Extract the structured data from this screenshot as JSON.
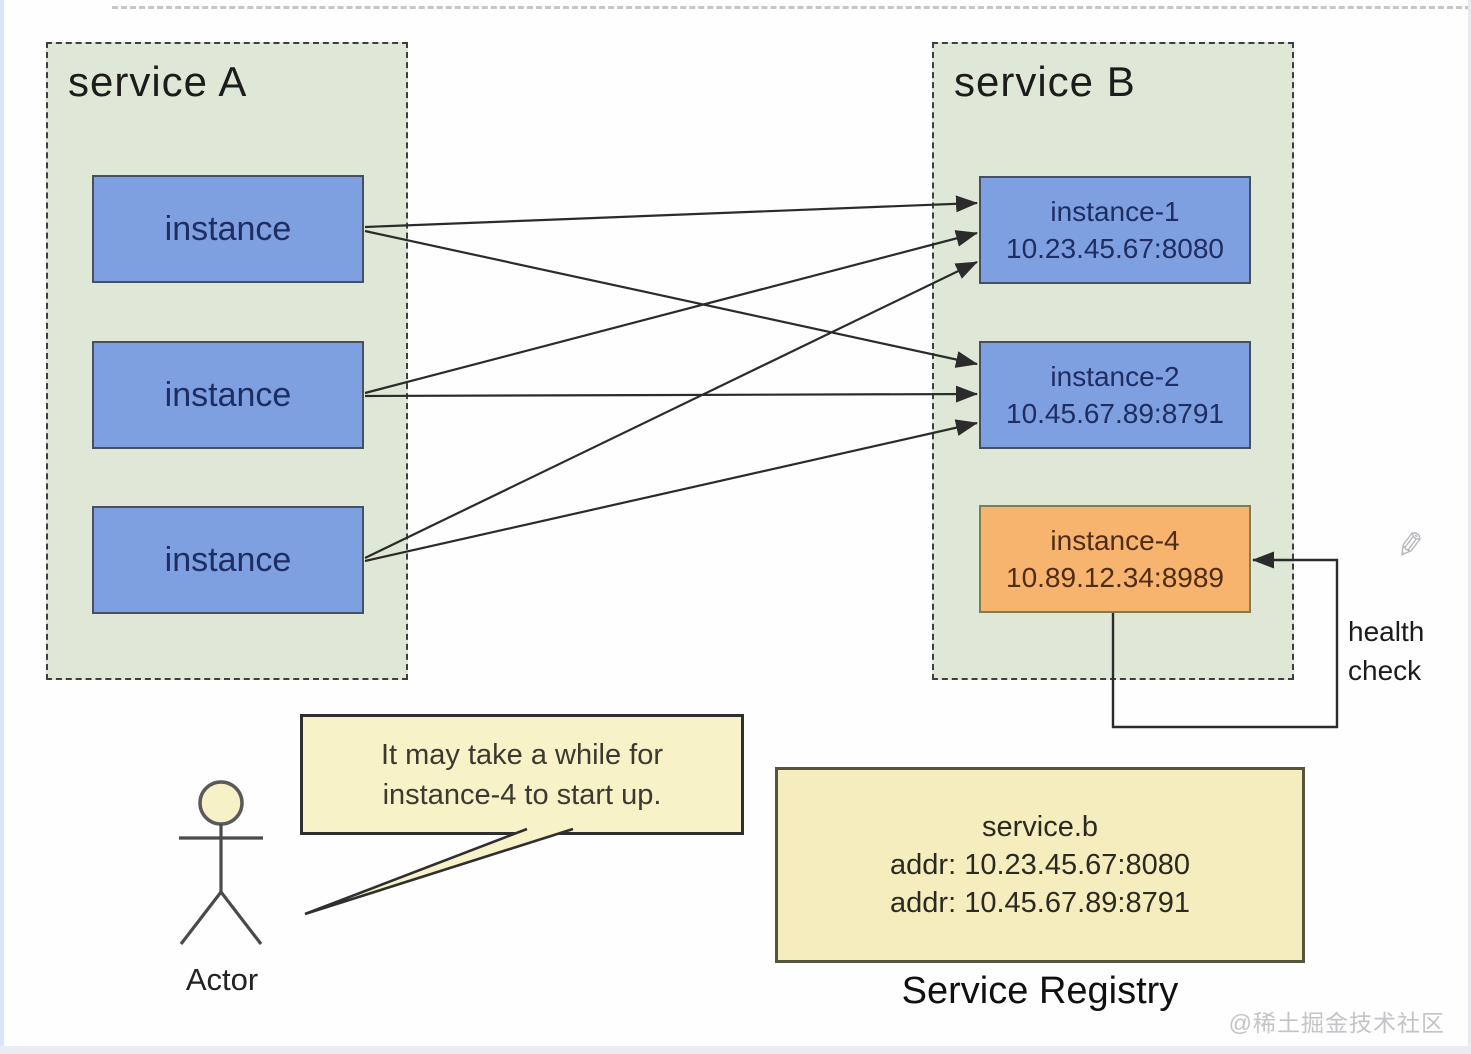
{
  "colors": {
    "container_fill": "#dfe8d6",
    "container_border": "#3f3f3f",
    "instance_blue_fill": "#7e9fe0",
    "instance_blue_border": "#47505e",
    "instance_blue_text": "#1e2d62",
    "instance_orange_fill": "#f6b46f",
    "instance_orange_border": "#7d7d52",
    "instance_orange_text": "#4f2c12",
    "note_yellow_fill": "#f8f2c8",
    "registry_yellow_fill": "#f5edbe",
    "arrow_color": "#2b2b2b"
  },
  "service_a": {
    "title": "service A",
    "instances": [
      {
        "label": "instance"
      },
      {
        "label": "instance"
      },
      {
        "label": "instance"
      }
    ]
  },
  "service_b": {
    "title": "service B",
    "instances": [
      {
        "name": "instance-1",
        "addr": "10.23.45.67:8080"
      },
      {
        "name": "instance-2",
        "addr": "10.45.67.89:8791"
      },
      {
        "name": "instance-4",
        "addr": "10.89.12.34:8989"
      }
    ]
  },
  "annotations": {
    "health_check": "health check",
    "pencil_icon": "✎",
    "actor_label": "Actor",
    "speech_line1": "It may take a while for",
    "speech_line2": "instance-4 to start up."
  },
  "registry": {
    "service_name": "service.b",
    "addresses": [
      "addr: 10.23.45.67:8080",
      "addr: 10.45.67.89:8791"
    ],
    "caption": "Service Registry"
  },
  "watermark": "@稀土掘金技术社区"
}
